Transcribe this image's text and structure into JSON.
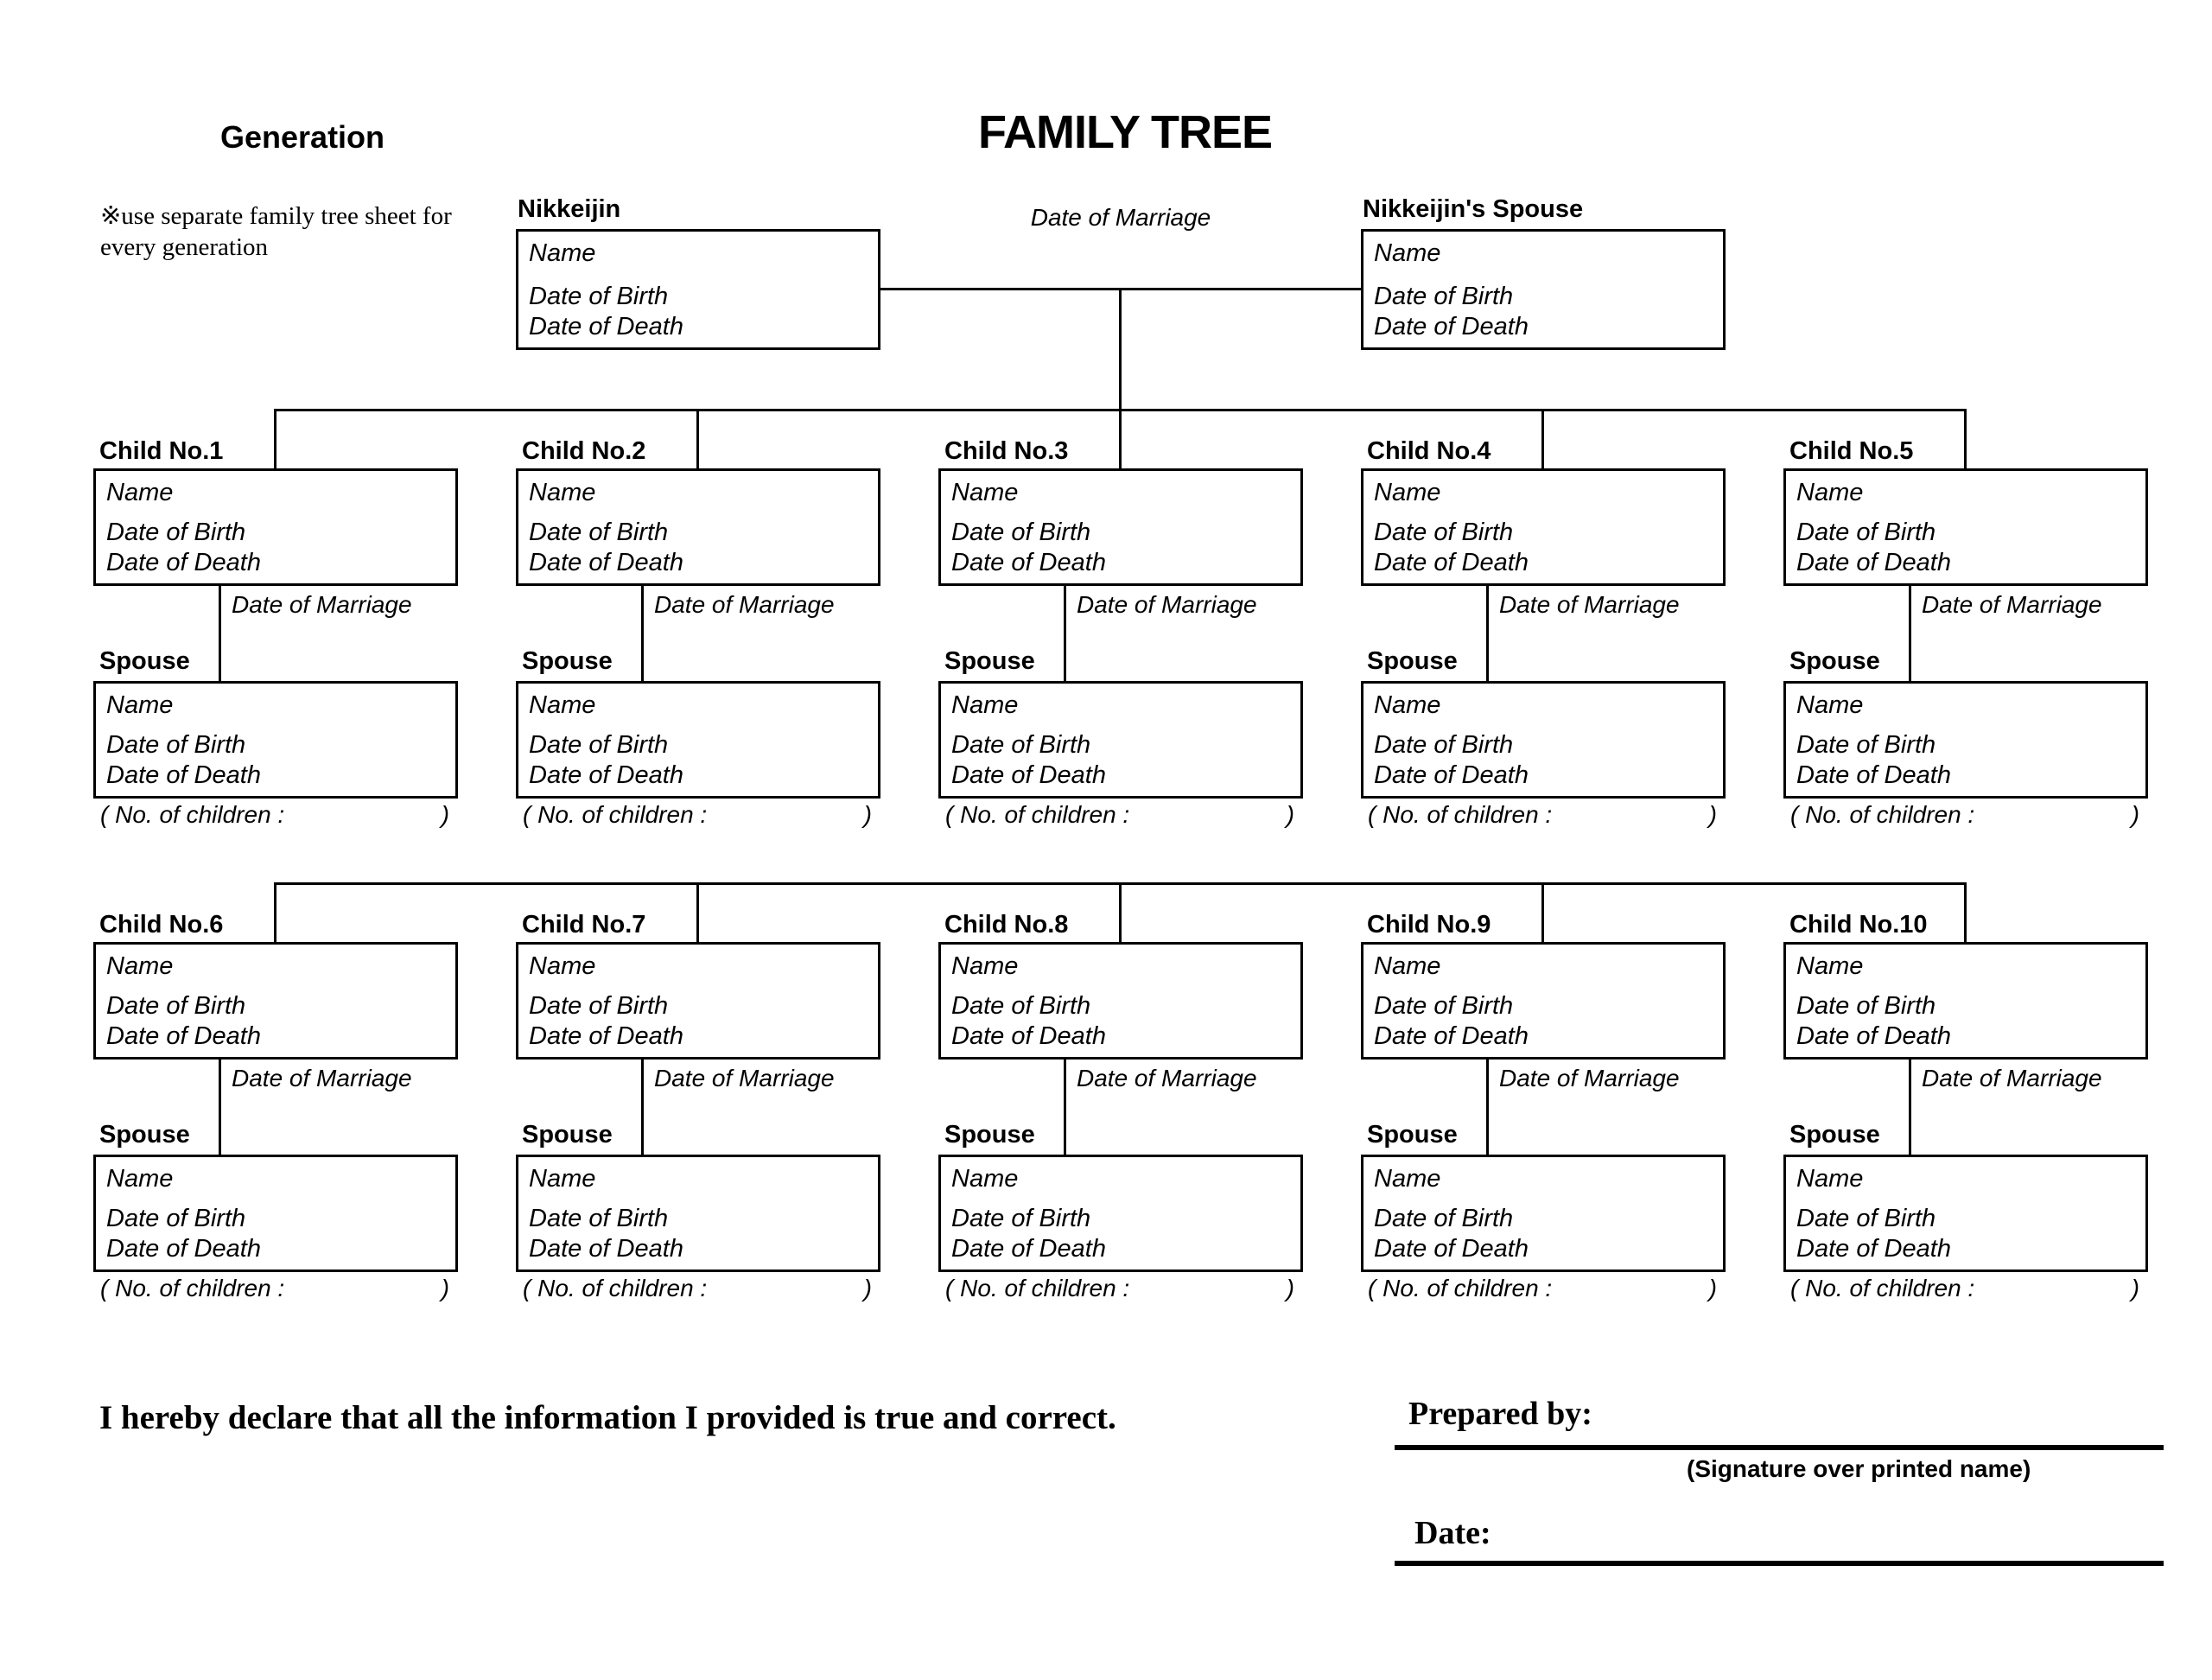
{
  "header": {
    "generation_label": "Generation",
    "title": "FAMILY TREE",
    "note_lines": [
      "※use separate family tree sheet for",
      "every generation"
    ]
  },
  "fields": {
    "name": "Name",
    "birth": "Date of Birth",
    "death": "Date of Death"
  },
  "parents": {
    "person_label": "Nikkeijin",
    "spouse_label": "Nikkeijin's Spouse",
    "marriage_label": "Date of Marriage"
  },
  "card": {
    "spouse_label": "Spouse",
    "marriage_label": "Date of Marriage",
    "children_count_open": "( No. of children :",
    "children_count_close": ")"
  },
  "children": [
    {
      "label": "Child No.1"
    },
    {
      "label": "Child No.2"
    },
    {
      "label": "Child No.3"
    },
    {
      "label": "Child No.4"
    },
    {
      "label": "Child No.5"
    },
    {
      "label": "Child No.6"
    },
    {
      "label": "Child No.7"
    },
    {
      "label": "Child No.8"
    },
    {
      "label": "Child No.9"
    },
    {
      "label": "Child No.10"
    }
  ],
  "footer": {
    "declaration": "I hereby declare that all the information I provided is true and correct.",
    "prepared_by_label": "Prepared by:",
    "signature_caption": "(Signature over printed name)",
    "date_label": "Date:"
  },
  "colors": {
    "ink": "#000000",
    "paper": "#ffffff"
  }
}
